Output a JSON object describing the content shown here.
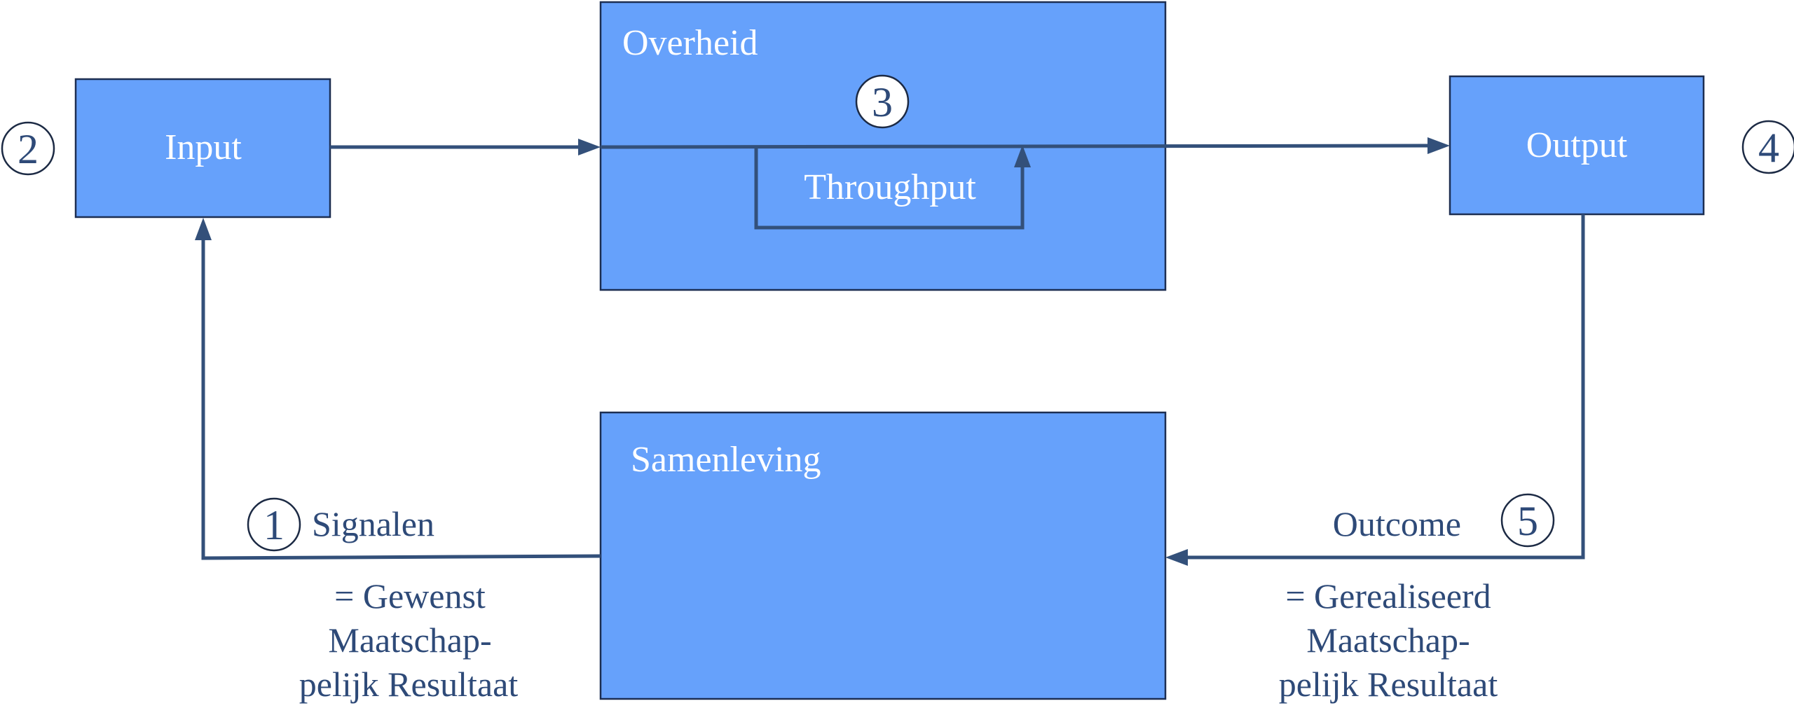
{
  "boxes": {
    "input": "Input",
    "overheid": "Overheid",
    "throughput": "Throughput",
    "output": "Output",
    "samenleving": "Samenleving"
  },
  "markers": {
    "signalen": "1",
    "input": "2",
    "throughput": "3",
    "output": "4",
    "outcome": "5"
  },
  "labels": {
    "signalen": "Signalen",
    "outcome": "Outcome"
  },
  "left_note": {
    "line1": "= Gewenst",
    "line2": "Maatschap-",
    "line3": "pelijk Resultaat"
  },
  "right_note": {
    "line1": "= Gerealiseerd",
    "line2": "Maatschap-",
    "line3": "pelijk Resultaat"
  },
  "colors": {
    "box_fill": "#66a1fb",
    "arrow": "#33507a",
    "text_dark": "#2e4a78",
    "text_light": "#ffffff"
  }
}
